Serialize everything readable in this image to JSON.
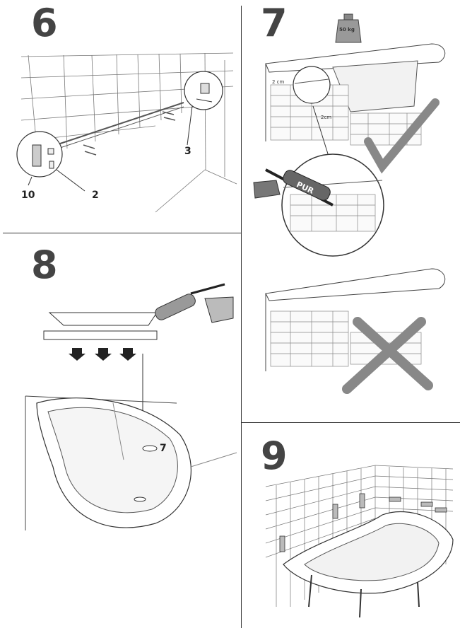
{
  "steps": {
    "s6": {
      "number": "6",
      "labels": {
        "a": "3",
        "b": "10",
        "c": "2"
      }
    },
    "s7": {
      "number": "7",
      "weight": "50 kg",
      "gap_top": "2 cm",
      "gap_side": "2cm",
      "gun_label": "PUR"
    },
    "s8": {
      "number": "8",
      "label": "7"
    },
    "s9": {
      "number": "9"
    }
  }
}
